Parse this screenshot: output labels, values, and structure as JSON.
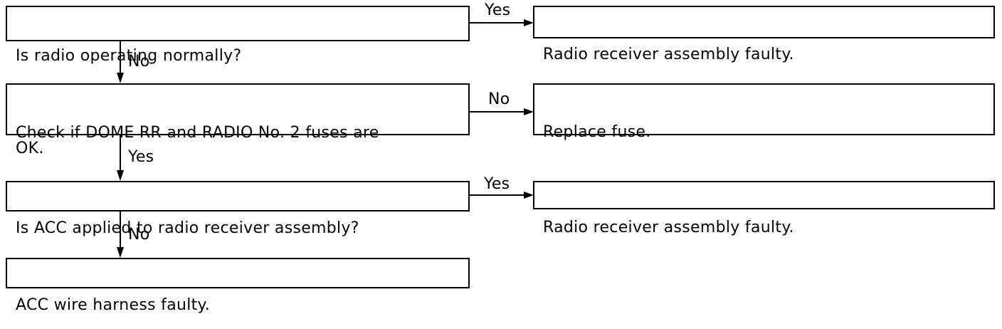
{
  "flowchart": {
    "q1": {
      "text": "Is radio operating normally?"
    },
    "r1": {
      "text": "Radio receiver assembly faulty."
    },
    "q2": {
      "text": "Check if DOME RR and RADIO No. 2 fuses are\nOK."
    },
    "r2": {
      "text": "Replace fuse."
    },
    "q3": {
      "text": "Is ACC applied to radio receiver assembly?"
    },
    "r3": {
      "text": "Radio receiver assembly faulty."
    },
    "end": {
      "text": "ACC wire harness faulty."
    },
    "labels": {
      "q1_right": "Yes",
      "q1_down": "No",
      "q2_right": "No",
      "q2_down": "Yes",
      "q3_right": "Yes",
      "q3_down": "No"
    }
  }
}
